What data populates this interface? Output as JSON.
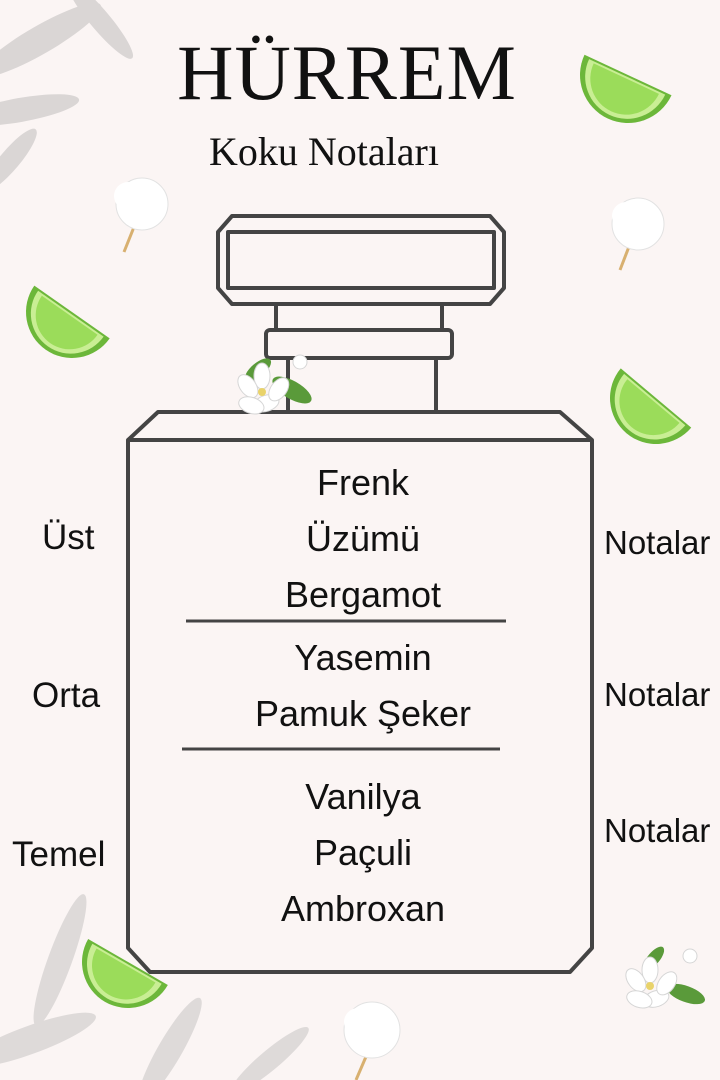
{
  "header": {
    "title": "HÜRREM",
    "subtitle": "Koku Notaları"
  },
  "levels": [
    {
      "left": "Üst",
      "right": "Notalar",
      "notes": [
        "Frenk",
        "Üzümü",
        "Bergamot"
      ]
    },
    {
      "left": "Orta",
      "right": "Notalar",
      "notes": [
        "Yasemin",
        "Pamuk Şeker"
      ]
    },
    {
      "left": "Temel",
      "right": "Notalar",
      "notes": [
        "Vanilya",
        "Paçuli",
        "Ambroxan"
      ]
    }
  ],
  "decorations": [
    "leaf-shadow",
    "lime-slice",
    "cotton-candy",
    "jasmine-flower"
  ],
  "colors": {
    "background": "#fbf5f4",
    "outline": "#444444",
    "lime": "#8fd14f"
  }
}
